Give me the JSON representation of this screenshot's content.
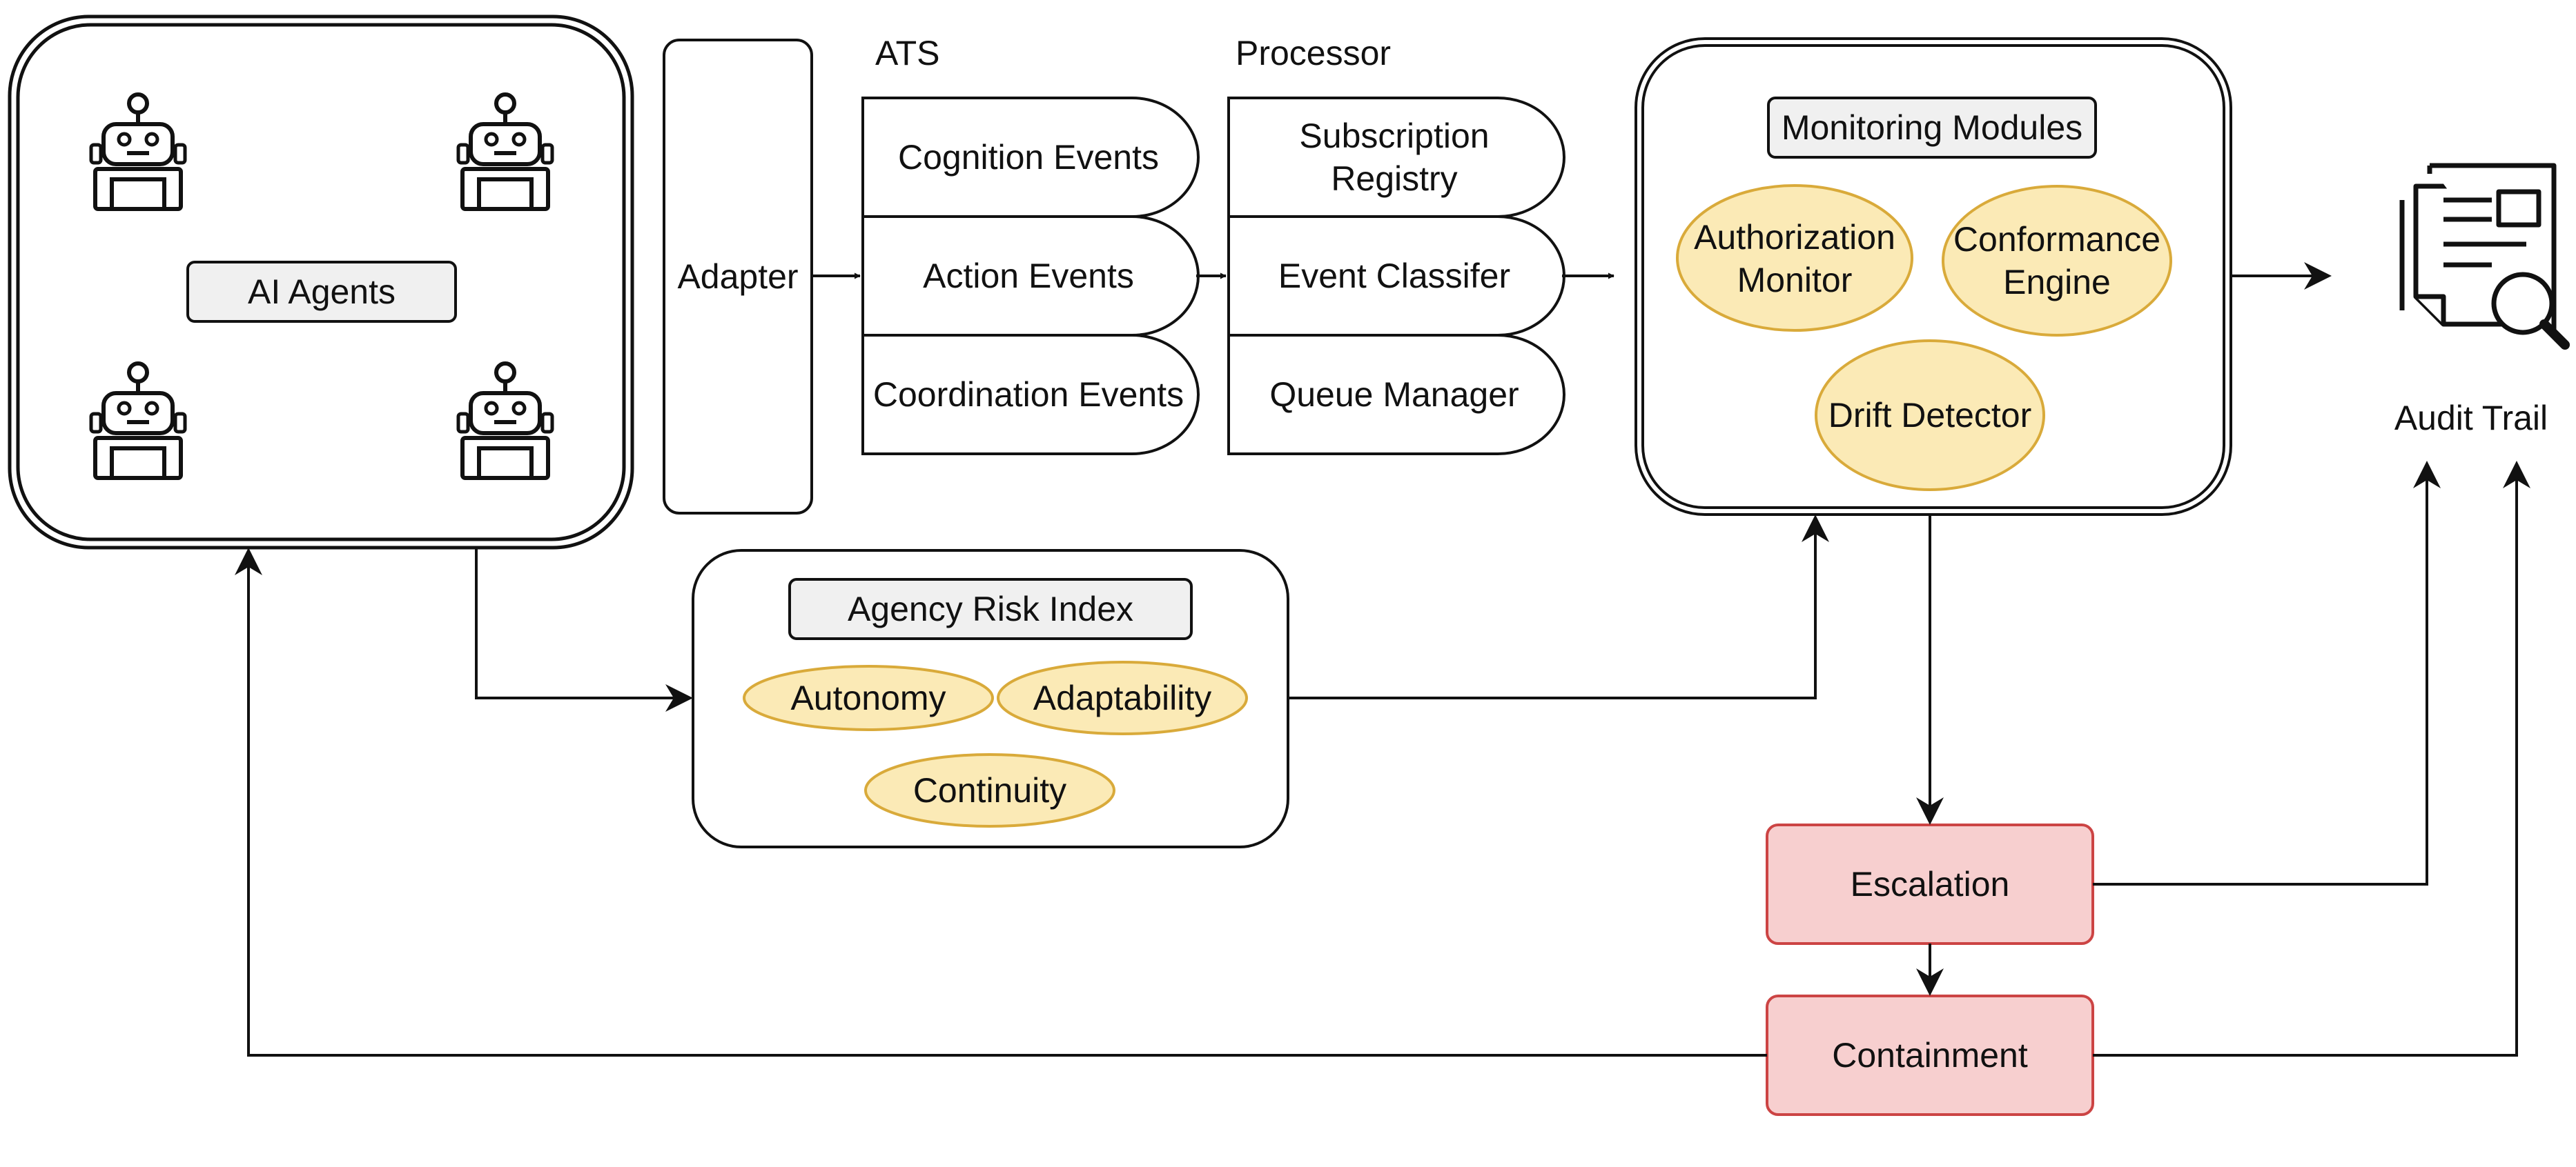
{
  "colors": {
    "stroke": "#111111",
    "tag_fill": "#f0f0f0",
    "ellipse_fill": "#fbeab6",
    "ellipse_stroke": "#d9aa3a",
    "alert_fill": "#f7cfcf",
    "alert_stroke": "#cc4444"
  },
  "agents": {
    "title": "AI Agents",
    "robot_icons": [
      "robot-icon",
      "robot-icon",
      "robot-icon",
      "robot-icon"
    ]
  },
  "adapter": {
    "label": "Adapter"
  },
  "ats": {
    "heading": "ATS",
    "events": [
      "Cognition Events",
      "Action Events",
      "Coordination Events"
    ]
  },
  "processor": {
    "heading": "Processor",
    "items": [
      "Subscription\nRegistry",
      "Event Classifer",
      "Queue Manager"
    ]
  },
  "monitoring": {
    "title": "Monitoring Modules",
    "modules": [
      "Authorization\nMonitor",
      "Conformance\nEngine",
      "Drift Detector"
    ]
  },
  "risk": {
    "title": "Agency Risk Index",
    "factors": [
      "Autonomy",
      "Adaptability",
      "Continuity"
    ]
  },
  "response": {
    "escalation": "Escalation",
    "containment": "Containment"
  },
  "audit": {
    "label": "Audit Trail",
    "icon": "audit-document-search-icon"
  }
}
